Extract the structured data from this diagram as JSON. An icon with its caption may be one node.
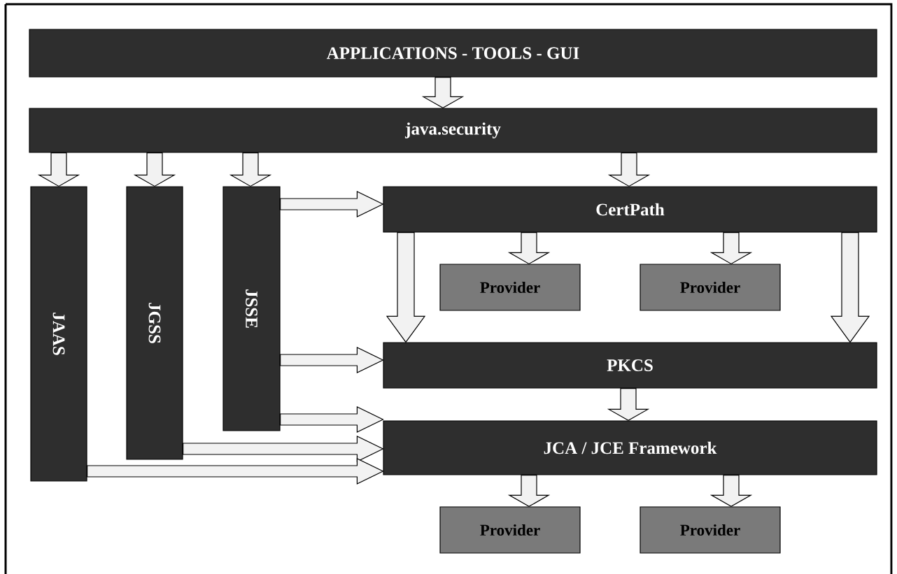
{
  "diagram": {
    "nodes": [
      {
        "text": [
          "APPLICATIONS - TOOLS - GUI"
        ]
      },
      {
        "text": [
          "java.security"
        ]
      },
      {
        "text": [
          "JAAS"
        ]
      },
      {
        "text": [
          "JGSS"
        ]
      },
      {
        "text": [
          "JSSE"
        ]
      },
      {
        "text": [
          "CertPath"
        ]
      },
      {
        "text": [
          "Provider"
        ]
      },
      {
        "text": [
          "Provider"
        ]
      },
      {
        "text": [
          "PKCS"
        ]
      },
      {
        "text": [
          "JCA / JCE Framework"
        ]
      },
      {
        "text": [
          "Provider"
        ]
      },
      {
        "text": [
          "Provider"
        ]
      }
    ],
    "edges": [
      {
        "from": 0,
        "to": 1,
        "arrow": "to"
      },
      {
        "from": 1,
        "to": 2,
        "arrow": "to"
      },
      {
        "from": 1,
        "to": 3,
        "arrow": "to"
      },
      {
        "from": 1,
        "to": 4,
        "arrow": "to"
      },
      {
        "from": 1,
        "to": 5,
        "arrow": "to"
      },
      {
        "from": 4,
        "to": 5,
        "arrow": "to"
      },
      {
        "from": 5,
        "to": 6,
        "arrow": "to"
      },
      {
        "from": 5,
        "to": 7,
        "arrow": "to"
      },
      {
        "from": 5,
        "to": 8,
        "arrow": "to"
      },
      {
        "from": 5,
        "to": 8,
        "arrow": "to"
      },
      {
        "from": 4,
        "to": 8,
        "arrow": "to"
      },
      {
        "from": 8,
        "to": 9,
        "arrow": "to"
      },
      {
        "from": 4,
        "to": 9,
        "arrow": "to"
      },
      {
        "from": 3,
        "to": 9,
        "arrow": "to"
      },
      {
        "from": 2,
        "to": 9,
        "arrow": "to"
      },
      {
        "from": 9,
        "to": 10,
        "arrow": "to"
      },
      {
        "from": 9,
        "to": 11,
        "arrow": "to"
      }
    ]
  }
}
